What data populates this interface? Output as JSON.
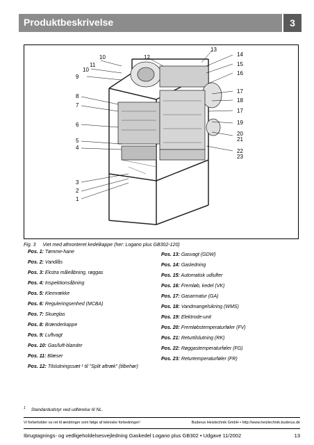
{
  "header": {
    "title": "Produktbeskrivelse",
    "chapter": "3"
  },
  "figure": {
    "number_labels": [
      "13",
      "14",
      "15",
      "16",
      "10",
      "12",
      "11",
      "10",
      "9",
      "8",
      "7",
      "17",
      "18",
      "17",
      "19",
      "20",
      "21",
      "6",
      "5",
      "4",
      "22",
      "23",
      "3",
      "2",
      "1"
    ],
    "caption_label": "Fig. 3",
    "caption_text": "Viet med afmonteret kedelkappe (her: Logano plus GB302-120)"
  },
  "positions_left": [
    {
      "key": "Pos. 1:",
      "text": "Tømme-hane"
    },
    {
      "key": "Pos. 2:",
      "text": "Vandlås"
    },
    {
      "key": "Pos. 3:",
      "text": "Ekstra måleåbning, røggas"
    },
    {
      "key": "Pos. 4:",
      "text": "Inspektionsåbning"
    },
    {
      "key": "Pos. 5:",
      "text": "Klemrække"
    },
    {
      "key": "Pos. 6:",
      "text": "Reguleringsenhed (MCBA)"
    },
    {
      "key": "Pos. 7:",
      "text": "Skueglas"
    },
    {
      "key": "Pos. 8:",
      "text": "Brænderkappe"
    },
    {
      "key": "Pos. 9:",
      "text": "Luftvagt"
    },
    {
      "key": "Pos. 10:",
      "text": "Gas/luft-blander"
    },
    {
      "key": "Pos. 11:",
      "text": "Blæser"
    },
    {
      "key": "Pos. 12:",
      "text": "Tilslutningssæt ¹ til \"Split aftræk\" (tilbehør)"
    }
  ],
  "positions_right": [
    {
      "key": "Pos. 13:",
      "text": "Gasvagt (GDW)"
    },
    {
      "key": "Pos. 14:",
      "text": "Gasledning"
    },
    {
      "key": "Pos. 15:",
      "text": "Automatisk udlufter"
    },
    {
      "key": "Pos. 16:",
      "text": "Fremløb, kedel (VK)"
    },
    {
      "key": "Pos. 17:",
      "text": "Gasarmatur (GA)"
    },
    {
      "key": "Pos. 18:",
      "text": "Vandmangelsikring (WMS)"
    },
    {
      "key": "Pos. 19:",
      "text": "Elektrode-unit"
    },
    {
      "key": "Pos. 20:",
      "text": "Fremløbstemperaturføler (FV)"
    },
    {
      "key": "Pos. 21:",
      "text": "Returtilslutning (RK)"
    },
    {
      "key": "Pos. 22:",
      "text": "Røggastemperaturføler (FG)"
    },
    {
      "key": "Pos. 23:",
      "text": "Returtemperaturføler (FR)"
    }
  ],
  "footnote": {
    "mark": "1",
    "text": "Standardudstyr ved udførelse til NL."
  },
  "footer": {
    "left": "Vi forbeholder os ret til ændringer som følge af tekniske forbedringer!",
    "right": "Buderus Heiztechnik GmbH • http://www.heiztechnik.buderus.de",
    "document": "Ibrugtagnings- og vedligeholdelsesvejledning Gaskedel Logano plus GB302 • Udgave 11/2002",
    "page": "13"
  }
}
